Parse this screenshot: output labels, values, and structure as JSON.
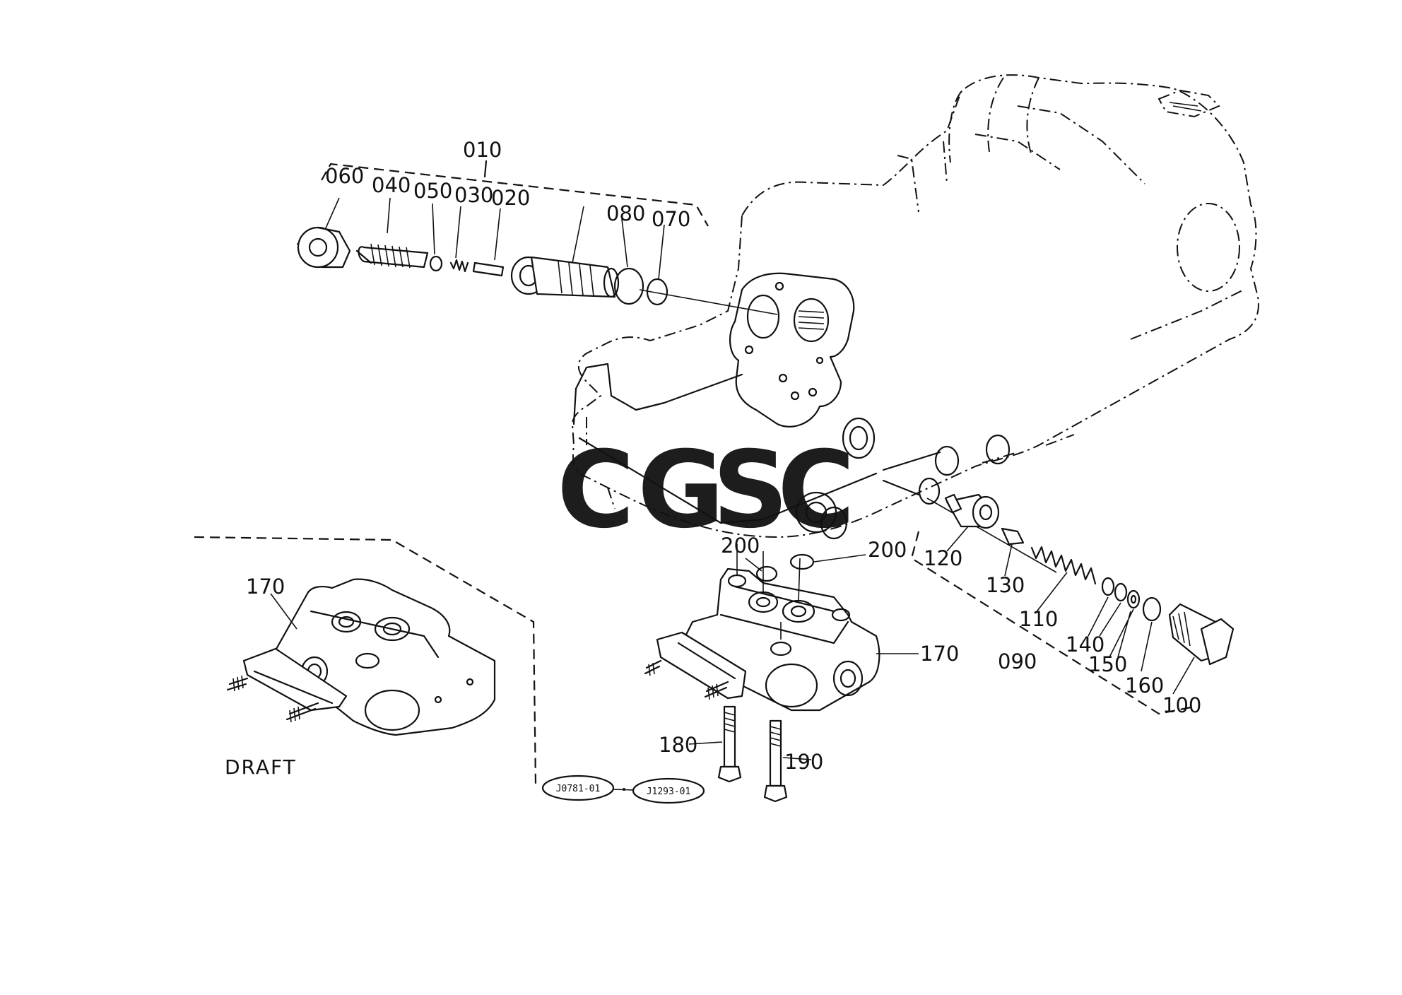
{
  "watermark": {
    "letters": [
      {
        "char": "C",
        "color": "#5b8def"
      },
      {
        "char": "G",
        "color": "#ef7f7f"
      },
      {
        "char": "S",
        "color": "#f7d257"
      },
      {
        "char": "C",
        "color": "#6fc08f"
      }
    ]
  },
  "labels": {
    "p010": "010",
    "p060": "060",
    "p040": "040",
    "p050": "050",
    "p030": "030",
    "p020": "020",
    "p080": "080",
    "p070": "070",
    "p170_left": "170",
    "p170_right": "170",
    "p200_a": "200",
    "p200_b": "200",
    "p120": "120",
    "p130": "130",
    "p110": "110",
    "p090": "090",
    "p140": "140",
    "p150": "150",
    "p160": "160",
    "p100": "100",
    "p180": "180",
    "p190": "190",
    "draft": "DRAFT"
  },
  "references": {
    "ref1": "J0781-01",
    "ref2": "J1293-01"
  }
}
